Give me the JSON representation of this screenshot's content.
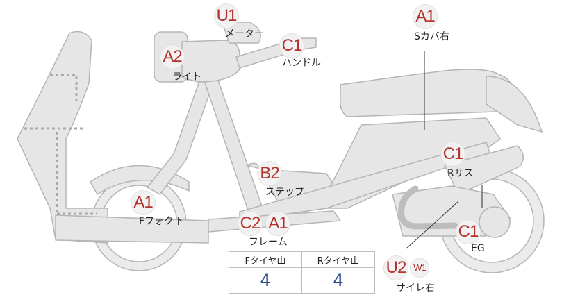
{
  "colors": {
    "part_fill": "#e6e6e6",
    "part_stroke": "#b5b5b5",
    "badge_text": "#b3322d",
    "value_text": "#2d4b86"
  },
  "markers": [
    {
      "id": "meter",
      "grade": "U1",
      "label": "メーター"
    },
    {
      "id": "light",
      "grade": "A2",
      "label": "ライト"
    },
    {
      "id": "handle",
      "grade": "C1",
      "label": "ハンドル"
    },
    {
      "id": "s_cover_right",
      "grade": "A1",
      "label": "Sカバ右"
    },
    {
      "id": "step",
      "grade": "B2",
      "label": "ステップ"
    },
    {
      "id": "r_sus",
      "grade": "C1",
      "label": "Rサス"
    },
    {
      "id": "f_fork_lower",
      "grade": "A1",
      "label": "Fフォク下"
    },
    {
      "id": "frame",
      "grade": "C2",
      "grade2": "A1",
      "label": "フレーム"
    },
    {
      "id": "eg",
      "grade": "C1",
      "label": "EG"
    },
    {
      "id": "muffler_right",
      "grade": "U2",
      "grade2": "W1",
      "label": "サイレ右"
    }
  ],
  "tire_table": {
    "headers": [
      "Fタイヤ山",
      "Rタイヤ山"
    ],
    "values": [
      "4",
      "4"
    ]
  }
}
